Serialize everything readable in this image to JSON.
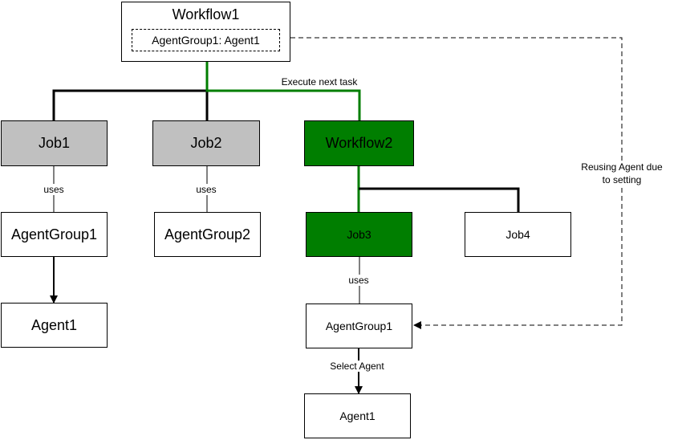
{
  "workflow1": {
    "title": "Workflow1",
    "setting": "AgentGroup1: Agent1"
  },
  "nodes": {
    "job1": "Job1",
    "job2": "Job2",
    "workflow2": "Workflow2",
    "job3": "Job3",
    "job4": "Job4",
    "agentgroup1_left": "AgentGroup1",
    "agentgroup2": "AgentGroup2",
    "agent1_left": "Agent1",
    "agentgroup1_right": "AgentGroup1",
    "agent1_right": "Agent1"
  },
  "edge_labels": {
    "execute_next_task": "Execute next task",
    "uses_job1": "uses",
    "uses_job2": "uses",
    "uses_job3": "uses",
    "select_agent": "Select Agent",
    "reusing_line1": "Reusing Agent due",
    "reusing_line2": "to setting"
  },
  "colors": {
    "grey_node": "#c0c0c0",
    "green_node": "#007e00",
    "green_line": "#007e00",
    "black_line": "#000000"
  }
}
